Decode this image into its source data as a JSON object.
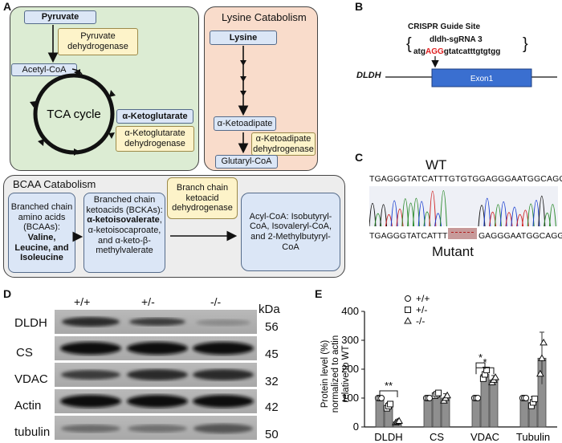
{
  "panelA": {
    "label": "A",
    "pyruvate": "Pyruvate",
    "pdh": "Pyruvate dehydrogenase",
    "acetyl": "Acetyl-CoA",
    "tca": "TCA cycle",
    "akg": "α-Ketoglutarate",
    "akgdh": "α-Ketoglutarate dehydrogenase",
    "lys_title": "Lysine Catabolism",
    "lysine": "Lysine",
    "aka": "α-Ketoadipate",
    "akadh": "α-Ketoadipate dehydrogenase",
    "glutaryl": "Glutaryl-CoA",
    "bcaa_title": "BCAA Catabolism",
    "bcaa_line1": "Branched chain amino acids (BCAAs):",
    "bcaa_line2": "Valine, Leucine, and Isoleucine",
    "bcka_line1": "Branched chain ketoacids (BCKAs):",
    "bcka_bold": "α-ketoisovalerate",
    "bcka_line2": ", α-ketoisocaproate, and α-keto-β-methylvalerate",
    "bckdh": "Branch chain ketoacid dehydrogenase",
    "acyl": "Acyl-CoA: Isobutyryl-CoA, Isovaleryl-CoA, and 2-Methylbutyryl-CoA"
  },
  "panelB": {
    "label": "B",
    "site_title": "CRISPR Guide Site",
    "sgrna": "dldh-sgRNA 3",
    "seq_pre": "atg",
    "seq_red": "AGG",
    "seq_post": "gtatcatttgtgtgg",
    "gene": "DLDH",
    "exon": "Exon1",
    "pam_color": "#e02020",
    "exon_color": "#3a6fd0"
  },
  "panelC": {
    "label": "C",
    "wt": "WT",
    "wt_seq": "TGAGGGTATCATTTGTGTGGAGGGAATGGCAGG",
    "mut_seq_left": "TGAGGGTATCATTT",
    "mut_seq_right": "GAGGGAATGGCAGG",
    "mutant": "Mutant"
  },
  "panelD": {
    "label": "D",
    "genotypes": [
      "+/+",
      "+/-",
      "-/-"
    ],
    "kda": "kDa",
    "rows": [
      {
        "name": "DLDH",
        "kda": "56"
      },
      {
        "name": "CS",
        "kda": "45"
      },
      {
        "name": "VDAC",
        "kda": "32"
      },
      {
        "name": "Actin",
        "kda": "42"
      },
      {
        "name": "tubulin",
        "kda": "50"
      }
    ]
  },
  "panelE": {
    "label": "E"
  },
  "chart_data": {
    "type": "bar",
    "ylabel": "Protein level (%) normalized to actin relative to WT",
    "categories": [
      "DLDH",
      "CS",
      "VDAC",
      "Tubulin"
    ],
    "ylim": [
      0,
      400
    ],
    "yticks": [
      0,
      100,
      200,
      300,
      400
    ],
    "series": [
      {
        "name": "+/+",
        "marker": "circle",
        "values": [
          100,
          100,
          100,
          100
        ],
        "err": [
          0,
          0,
          0,
          0
        ]
      },
      {
        "name": "+/-",
        "marker": "square",
        "values": [
          72,
          113,
          182,
          85
        ],
        "err": [
          12,
          8,
          25,
          20
        ]
      },
      {
        "name": "-/-",
        "marker": "triangle",
        "values": [
          18,
          100,
          163,
          238
        ],
        "err": [
          5,
          15,
          15,
          90
        ]
      }
    ],
    "annotations": [
      {
        "text": "**",
        "between": [
          "DLDH +/+",
          "DLDH -/-"
        ]
      },
      {
        "text": "*",
        "between": [
          "VDAC +/+",
          "VDAC +/-"
        ]
      },
      {
        "text": "*",
        "between": [
          "VDAC +/+",
          "VDAC -/-"
        ]
      }
    ],
    "bar_color": "#8f8f8f"
  }
}
